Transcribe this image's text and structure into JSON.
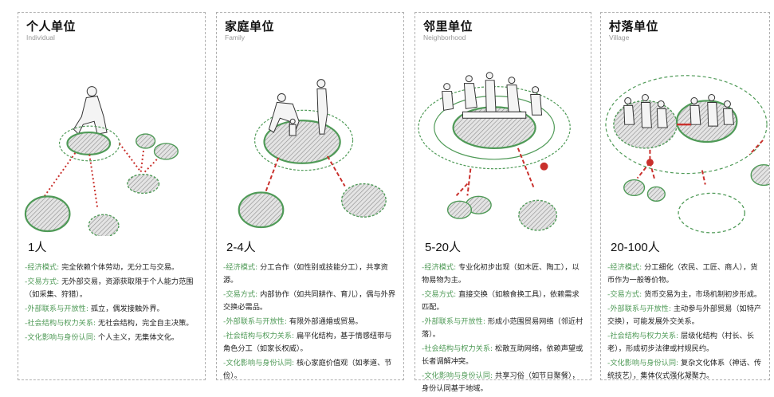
{
  "panels": [
    {
      "title": "个人单位",
      "subtitle": "Individual",
      "scale": "1人",
      "items": [
        {
          "label": "-经济模式:",
          "text": "完全依赖个体劳动，无分工与交易。"
        },
        {
          "label": "-交易方式:",
          "text": "无外部交易，资源获取限于个人能力范围（如采集、狩猎）。"
        },
        {
          "label": "-外部联系与开放性:",
          "text": "孤立，偶发接触外界。"
        },
        {
          "label": "-社会结构与权力关系:",
          "text": "无社会结构，完全自主决策。"
        },
        {
          "label": "-文化影响与身份认同:",
          "text": "个人主义，无集体文化。"
        }
      ]
    },
    {
      "title": "家庭单位",
      "subtitle": "Family",
      "scale": "2-4人",
      "items": [
        {
          "label": "-经济模式:",
          "text": "分工合作（如性别或技能分工），共享资源。"
        },
        {
          "label": "-交易方式:",
          "text": "内部协作（如共同耕作、育儿），偶与外界交换必需品。"
        },
        {
          "label": "-外部联系与开放性:",
          "text": "有限外部通婚或贸易。"
        },
        {
          "label": "-社会结构与权力关系:",
          "text": "扁平化结构，基于情感纽带与角色分工（如家长权威）。"
        },
        {
          "label": "-文化影响与身份认同:",
          "text": "核心家庭价值观（如孝道、节俭）。"
        }
      ]
    },
    {
      "title": "邻里单位",
      "subtitle": "Neighborhood",
      "scale": "5-20人",
      "items": [
        {
          "label": "-经济模式:",
          "text": "专业化初步出现（如木匠、陶工），以物易物为主。"
        },
        {
          "label": "-交易方式:",
          "text": "直接交换（如粮食换工具），依赖需求匹配。"
        },
        {
          "label": "-外部联系与开放性:",
          "text": "形成小范围贸易网络（邻近村落）。"
        },
        {
          "label": "-社会结构与权力关系:",
          "text": "松散互助网络，依赖声望或长者调解冲突。"
        },
        {
          "label": "-文化影响与身份认同:",
          "text": "共享习俗（如节日聚餐），身份认同基于地域。"
        }
      ]
    },
    {
      "title": "村落单位",
      "subtitle": "Village",
      "scale": "20-100人",
      "items": [
        {
          "label": "-经济模式:",
          "text": "分工细化（农民、工匠、商人），货币作为一般等价物。"
        },
        {
          "label": "-交易方式:",
          "text": "货币交易为主，市场机制初步形成。"
        },
        {
          "label": "-外部联系与开放性:",
          "text": "主动参与外部贸易（如特产交换），可能发展外交关系。"
        },
        {
          "label": "-社会结构与权力关系:",
          "text": "层级化结构（村长、长老），形成初步法律或村规民约。"
        },
        {
          "label": "-文化影响与身份认同:",
          "text": "复杂文化体系（神话、传统技艺），集体仪式强化凝聚力。"
        }
      ]
    }
  ],
  "colors": {
    "accent_green": "#4f9a57",
    "link_red": "#c9302c",
    "hatch": "#9a9a9a"
  }
}
